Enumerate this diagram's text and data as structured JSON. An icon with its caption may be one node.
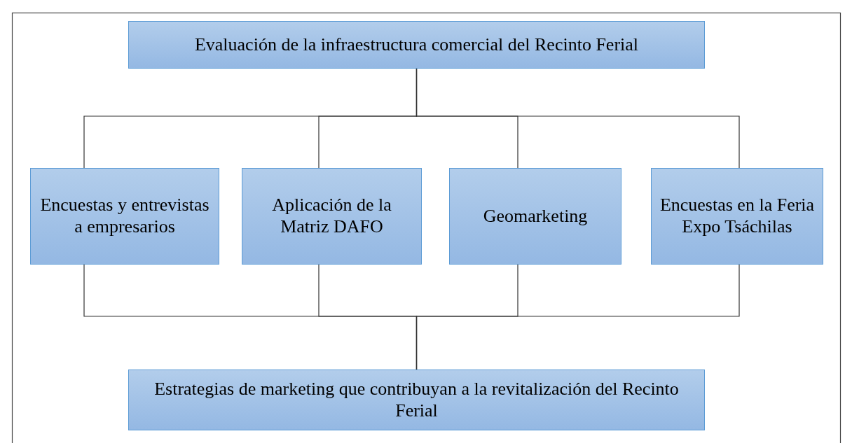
{
  "diagram": {
    "nodes": [
      {
        "text": [
          "Evaluación de la infraestructura comercial del Recinto Ferial"
        ]
      },
      {
        "text": [
          "Encuestas y entrevistas a empresarios"
        ]
      },
      {
        "text": [
          "Aplicación de la Matriz DAFO"
        ]
      },
      {
        "text": [
          "Geomarketing"
        ]
      },
      {
        "text": [
          "Encuestas en la Feria Expo Tsáchilas"
        ]
      },
      {
        "text": [
          "Estrategias de marketing que contribuyan a la revitalización del Recinto Ferial"
        ]
      }
    ],
    "edges": [
      {
        "from": 0,
        "to": 1,
        "arrow": "none"
      },
      {
        "from": 0,
        "to": 2,
        "arrow": "none"
      },
      {
        "from": 0,
        "to": 3,
        "arrow": "none"
      },
      {
        "from": 0,
        "to": 4,
        "arrow": "none"
      },
      {
        "from": 1,
        "to": 5,
        "arrow": "none"
      },
      {
        "from": 2,
        "to": 5,
        "arrow": "none"
      },
      {
        "from": 3,
        "to": 5,
        "arrow": "none"
      },
      {
        "from": 4,
        "to": 5,
        "arrow": "none"
      }
    ]
  }
}
